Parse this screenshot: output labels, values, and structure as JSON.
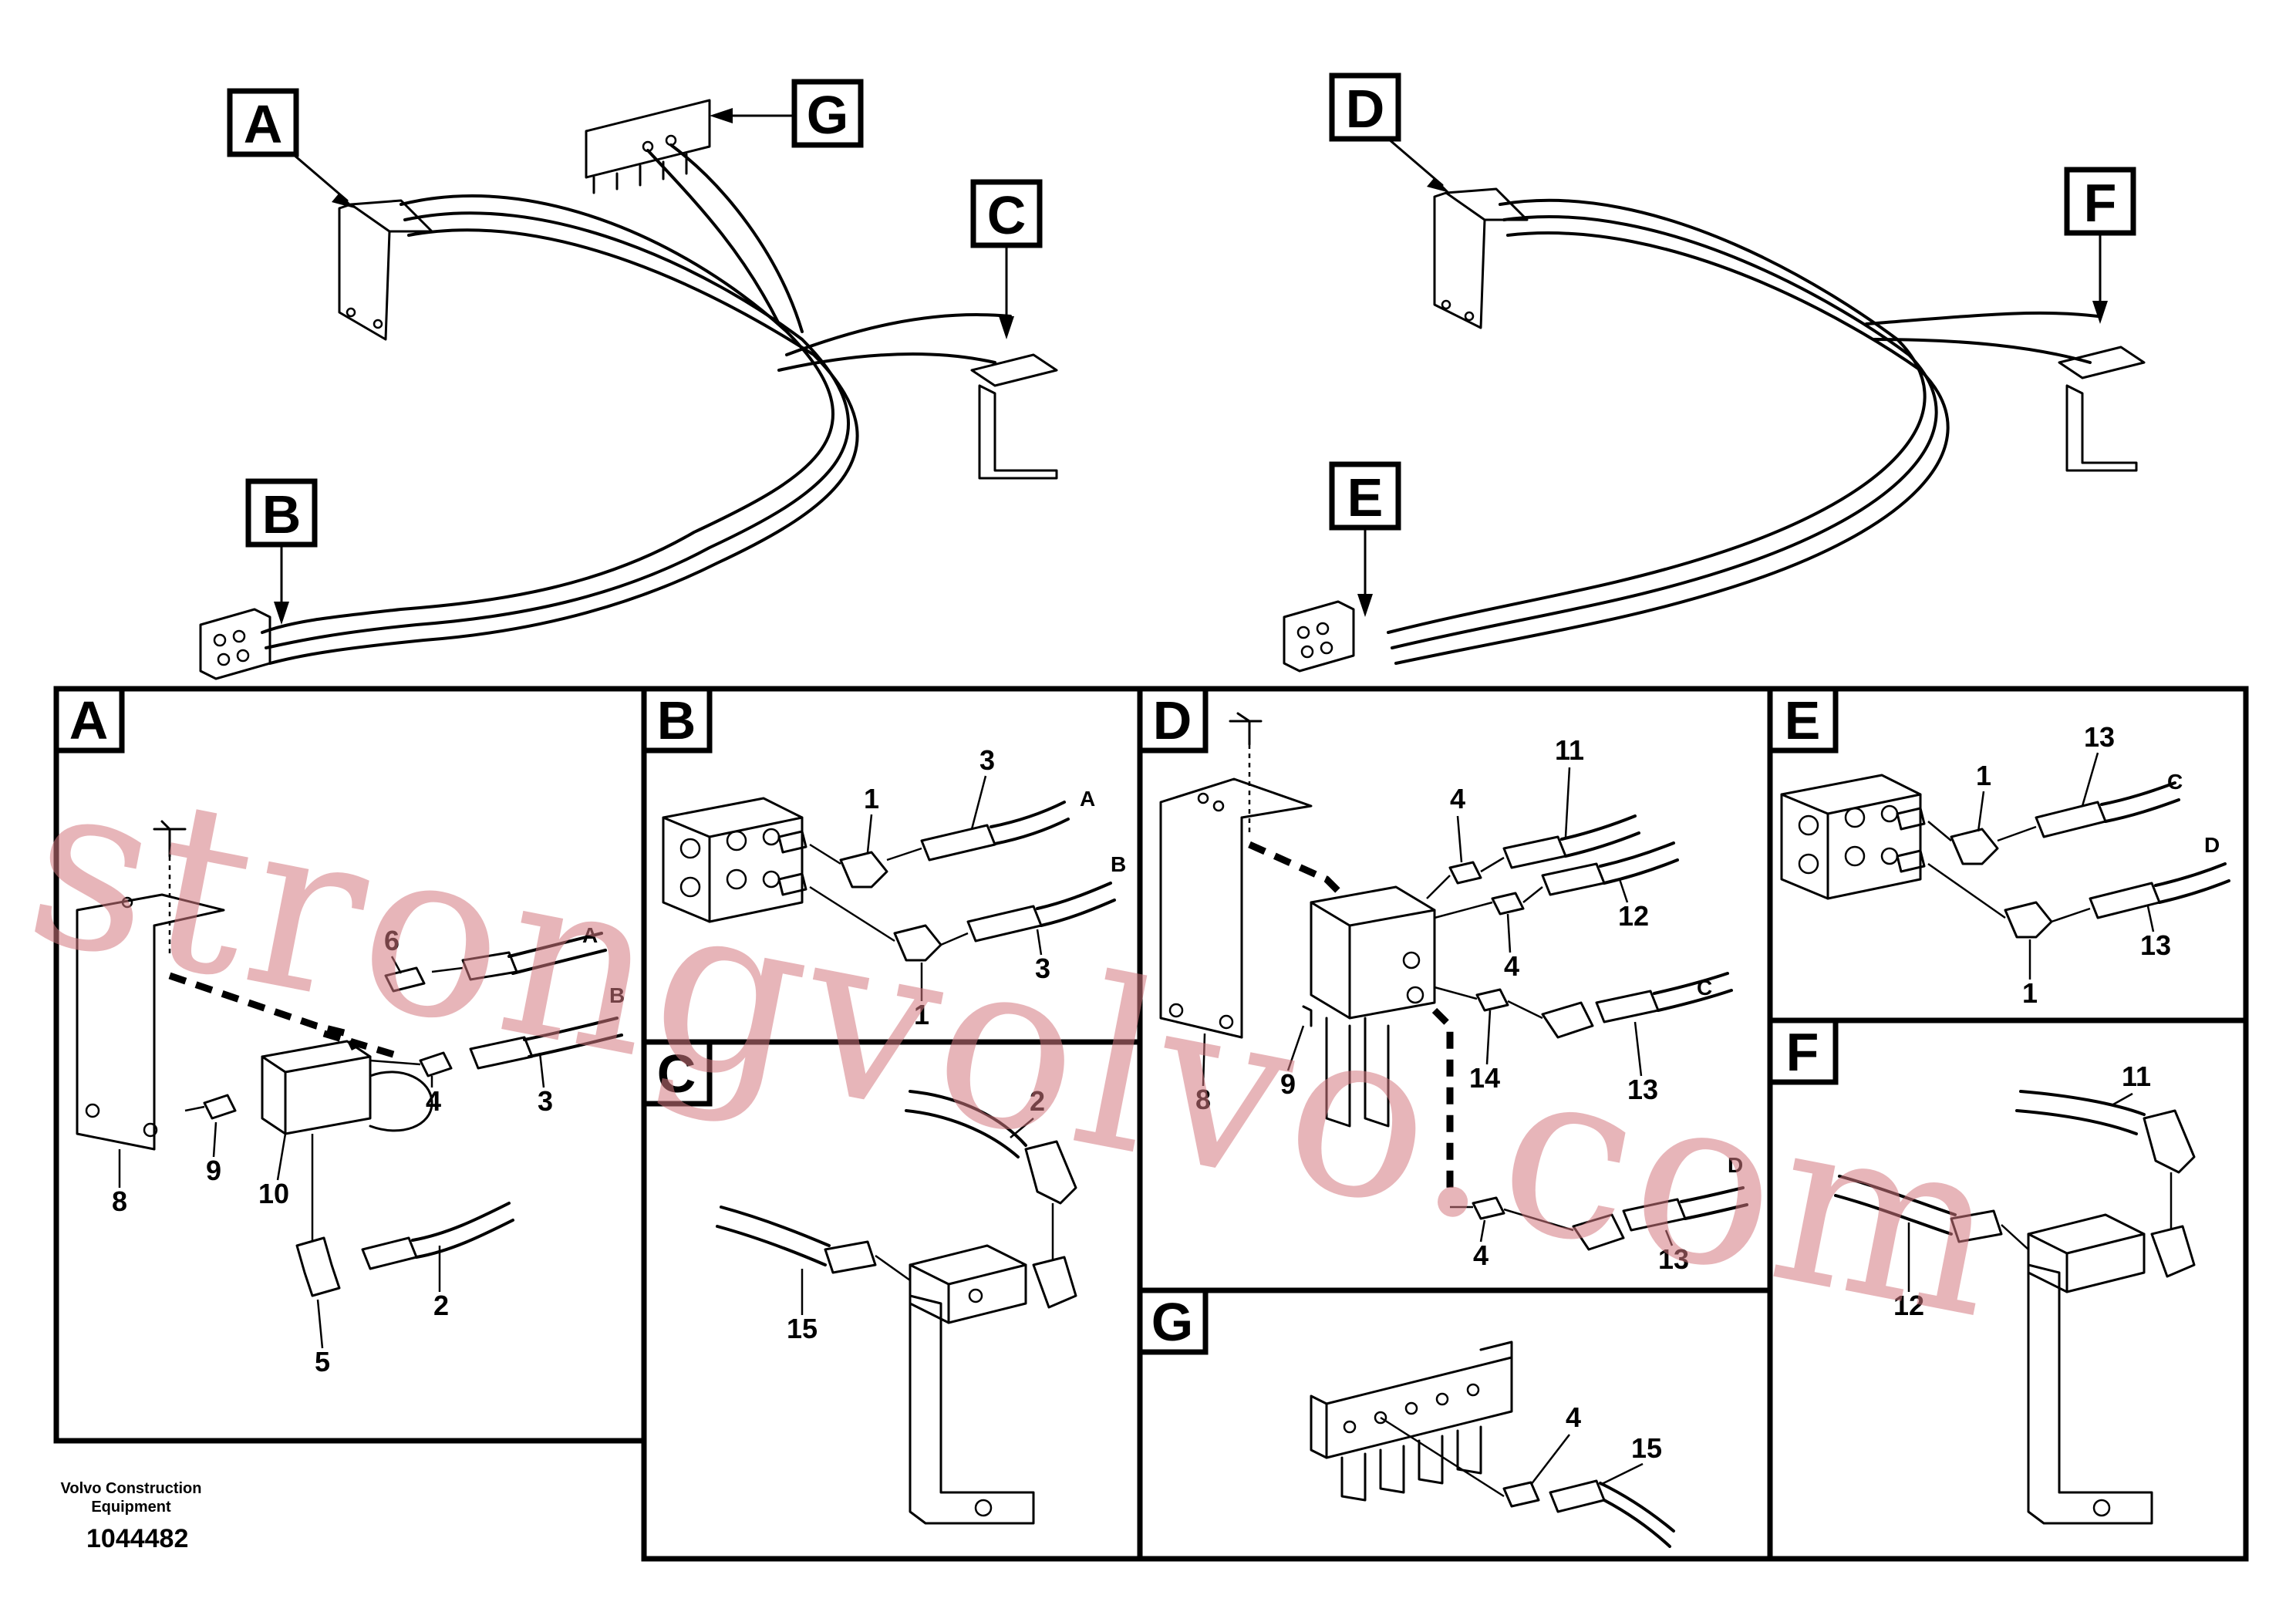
{
  "overview_callouts": [
    "A",
    "G",
    "C",
    "B",
    "D",
    "F",
    "E"
  ],
  "panels": {
    "A": {
      "title": "A",
      "parts": [
        "6",
        "4",
        "8",
        "9",
        "10",
        "5",
        "2",
        "3"
      ],
      "end_labels": [
        "A",
        "B"
      ]
    },
    "B": {
      "title": "B",
      "parts": [
        "1",
        "3",
        "1",
        "3"
      ],
      "end_labels": [
        "A",
        "B"
      ]
    },
    "C": {
      "title": "C",
      "parts": [
        "2",
        "15"
      ]
    },
    "D": {
      "title": "D",
      "parts": [
        "11",
        "4",
        "12",
        "4",
        "14",
        "13",
        "4",
        "13",
        "8",
        "9"
      ],
      "end_labels": [
        "C",
        "D"
      ]
    },
    "E": {
      "title": "E",
      "parts": [
        "1",
        "13",
        "1",
        "13"
      ],
      "end_labels": [
        "C",
        "D"
      ]
    },
    "F": {
      "title": "F",
      "parts": [
        "11",
        "12"
      ]
    },
    "G": {
      "title": "G",
      "parts": [
        "4",
        "15"
      ]
    }
  },
  "footer": {
    "brand": "Volvo Construction Equipment",
    "number": "1044482"
  },
  "watermark": "strongvolvo.com"
}
